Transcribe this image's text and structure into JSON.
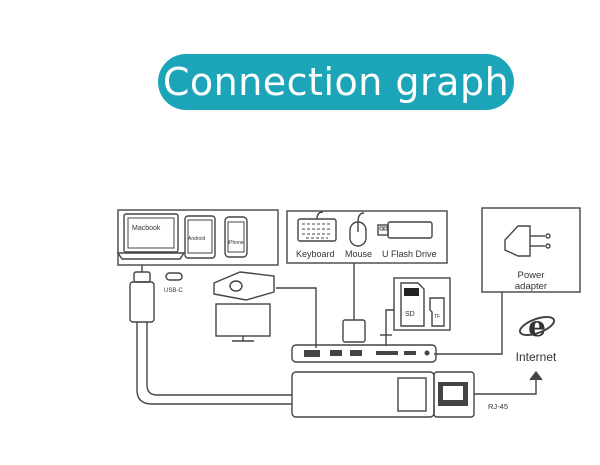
{
  "title": "Connection graph",
  "labels": {
    "macbook": "Macbook",
    "android": "Android",
    "iphone": "iPhone",
    "usb_c": "USB-C",
    "keyboard": "Keyboard",
    "mouse": "Mouse",
    "flash_drive": "U Flash Drive",
    "sd": "SD",
    "tf": "TF",
    "power_line1": "Power",
    "power_line2": "adapter",
    "internet": "Internet",
    "rj45": "RJ-45"
  },
  "colors": {
    "accent": "#1ca5b8",
    "line": "#444444"
  }
}
